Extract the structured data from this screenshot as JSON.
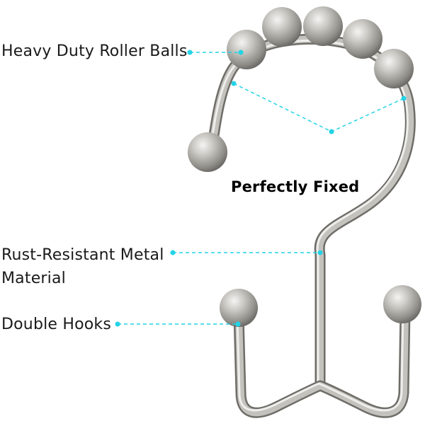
{
  "labels": {
    "roller_balls": "Heavy Duty Roller Balls",
    "fixed": "Perfectly Fixed",
    "rust_line1": "Rust-Resistant Metal",
    "rust_line2": "Material",
    "hooks": "Double Hooks"
  },
  "colors": {
    "background": "#ffffff",
    "text": "#1a1a1a",
    "callout": "#22d3e6",
    "metal_light": "#f1f1ef",
    "metal_mid": "#b8b6b1",
    "metal_dark": "#6f6d68"
  }
}
